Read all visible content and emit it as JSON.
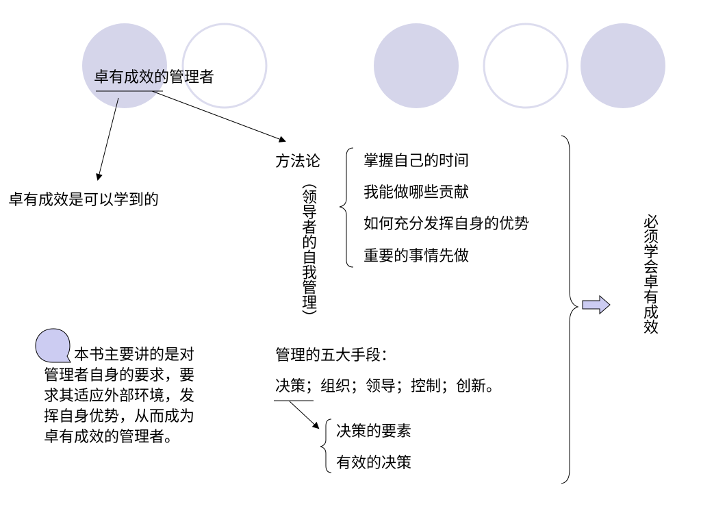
{
  "colors": {
    "circle_fill": "#d5d5ea",
    "circle_stroke": "#d5d5ea",
    "circle_outline": "#dcdcee",
    "arrow_fill": "#ccccf2",
    "line": "#000000"
  },
  "header": {
    "title": "卓有成效的管理者"
  },
  "left": {
    "learnable": "卓有成效是可以学到的",
    "summary": "本书主要讲的是对管理者自身的要求，要求其适应外部环境，发挥自身优势，从而成为卓有成效的管理者。"
  },
  "methodology": {
    "label": "方法论",
    "subtitle": "（领导者的自我管理）",
    "items": [
      "掌握自己的时间",
      "我能做哪些贡献",
      "如何充分发挥自身的优势",
      "重要的事情先做"
    ]
  },
  "management": {
    "heading": "管理的五大手段：",
    "means_first": "决策",
    "means_rest": "；组织；领导；控制；创新。",
    "decision_items": [
      "决策的要素",
      "有效的决策"
    ]
  },
  "conclusion": "必须学会卓有成效",
  "icons": {
    "decor_circles": "circle-decoration",
    "note_badge": "speech-bubble-icon",
    "result_arrow": "block-arrow-right-icon"
  }
}
